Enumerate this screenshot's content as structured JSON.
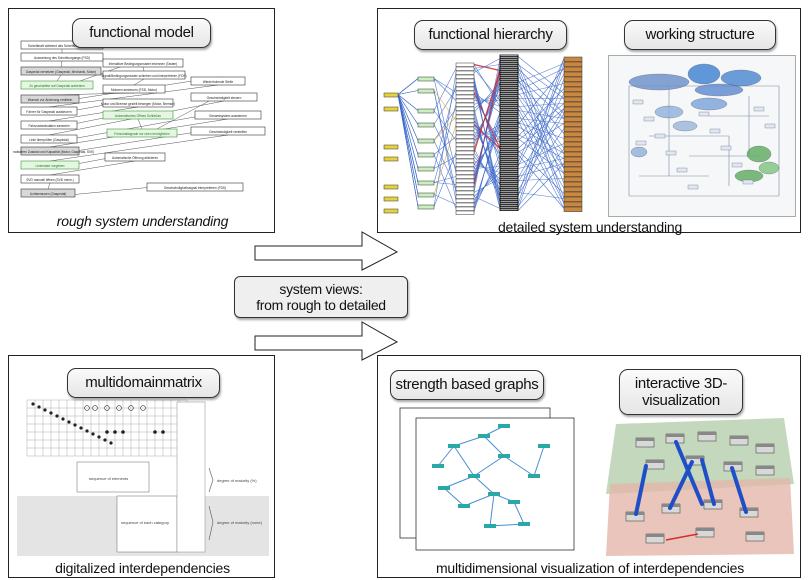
{
  "top_left": {
    "title": "functional model",
    "caption": "rough system understanding",
    "node_texts": [
      "Schnittkraft während des Schnittvorgangs (SVE)",
      "Auswertung des Schnittvorgangs (FSD)",
      "Gaspedal vernetzen (Gaspedal, Mechanik, Motor)",
      "Zu geschaltete auf Gaspedal aufsetzen",
      "Interaktive Bedingungsmuster erkennen (Tasten)",
      "Signal/Bedingungsmuster schieben und interpretieren (FDS)",
      "Motoren ansteuern (FSD, Motor)",
      "Wunsch zur Änderung ermitteln",
      "Wiederholende Stelle",
      "Fahrer für Gaspedal aussteuern",
      "Motor und Bremse gezielt bewegen (Motor, Bremse)",
      "Fahrzustandsdaten sammeln",
      "Automatisches Öffnen Schließen",
      "Freischaltsignale vor oben ermöglichen",
      "Geschwindigkeit steuern",
      "Linie überprüfen (Gaspedal)",
      "Gesamtsystem aussteuern",
      "Automatisieren Zustand und Kapazität (Motor, Gaspedal, SVE)",
      "Geschwindigkeit verstellen",
      "Linienstart vorgeben",
      "Automatische Öffnung aktivieren",
      "SVD manuell öffnen (SVD mech.)",
      "Lichtsensoren (Gaspedal)",
      "Geschwindigkeitssignal interpretieren (FDS)"
    ]
  },
  "top_right": {
    "title_hierarchy": "functional hierarchy",
    "title_structure": "working structure",
    "caption": "detailed system understanding"
  },
  "center": {
    "label_line1": "system views:",
    "label_line2": "from rough to detailed"
  },
  "bottom_left": {
    "title": "multidomainmatrix",
    "caption": "digitalized interdependencies",
    "matrix_labels": [
      "sequence of elements",
      "sequence of each category",
      "degree of maturity (%)",
      "degree of maturity (none)"
    ]
  },
  "bottom_right": {
    "title_graphs": "strength based graphs",
    "title_3d_line1": "interactive 3D-",
    "title_3d_line2": "visualization",
    "caption": "multidimensional visualization of interdependencies"
  },
  "colors": {
    "panel_border": "#222222",
    "pill_fill": "#ececec",
    "highlight_green": "#7ec87e",
    "hierarchy_yellow": "#e8d23a",
    "hierarchy_lightgreen": "#c9efc0",
    "hierarchy_orange": "#c9873f",
    "link_blue": "#3b67c9",
    "link_red": "#d82020",
    "graph_teal": "#2aa7a7",
    "plane_green": "#a9c7a0",
    "plane_pink": "#e3b6aa"
  }
}
